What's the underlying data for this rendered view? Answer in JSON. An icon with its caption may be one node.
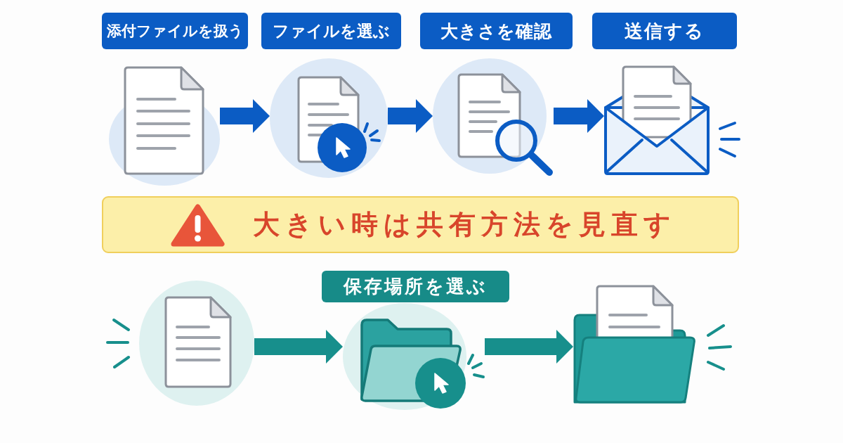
{
  "diagram": {
    "nodes": [
      {
        "text": [
          "添付ファイルを扱う"
        ]
      },
      {
        "text": [
          "ファイルを選ぶ"
        ]
      },
      {
        "text": [
          "大きさを確認"
        ]
      },
      {
        "text": [
          "送信する"
        ]
      },
      {
        "text": [],
        "shape": "picture"
      },
      {
        "text": [],
        "shape": "picture"
      },
      {
        "text": [],
        "shape": "picture"
      },
      {
        "text": [],
        "shape": "picture"
      },
      {
        "text": [
          "大きい時は共有方法を見直す"
        ]
      },
      {
        "text": [
          "保存場所を選ぶ"
        ]
      },
      {
        "text": [],
        "shape": "picture"
      },
      {
        "text": [],
        "shape": "picture"
      },
      {
        "text": [],
        "shape": "picture"
      }
    ],
    "edges": [
      {
        "from": 4,
        "to": 5,
        "arrow": "to"
      },
      {
        "from": 5,
        "to": 6,
        "arrow": "to"
      },
      {
        "from": 6,
        "to": 7,
        "arrow": "to"
      },
      {
        "from": 10,
        "to": 11,
        "arrow": "to",
        "color": "#178f8c"
      },
      {
        "from": 11,
        "to": 12,
        "arrow": "to",
        "color": "#178f8c"
      }
    ]
  }
}
